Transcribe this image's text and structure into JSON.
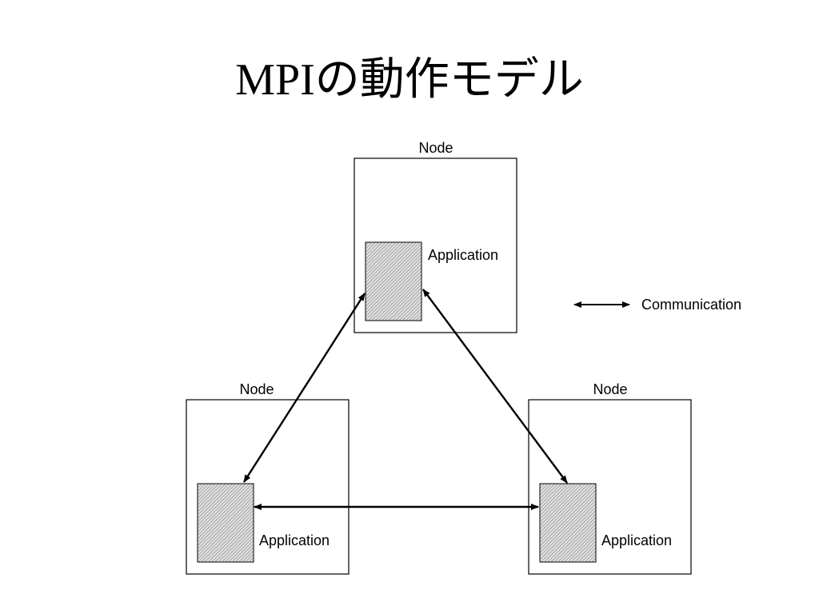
{
  "slide": {
    "title": "MPIの動作モデル"
  },
  "nodes": {
    "top": {
      "label": "Node",
      "app_label": "Application"
    },
    "left": {
      "label": "Node",
      "app_label": "Application"
    },
    "right": {
      "label": "Node",
      "app_label": "Application"
    }
  },
  "legend": {
    "communication_label": "Communication"
  },
  "colors": {
    "line": "#000000",
    "app_fill_light": "#d9d9d9",
    "app_hatch": "#7a7a7a",
    "background": "#ffffff"
  }
}
